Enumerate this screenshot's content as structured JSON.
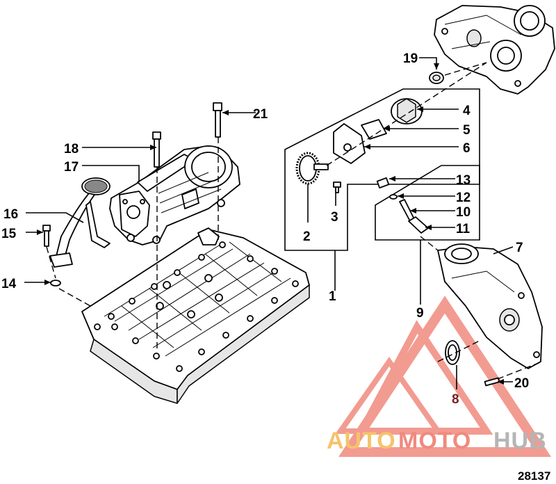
{
  "diagram": {
    "figure_number": "28137",
    "watermark": {
      "auto": "AUTO",
      "moto": "MOTO",
      "hub": "HUB",
      "colors": {
        "auto": "#f6c36b",
        "moto": "#f08a7e",
        "hub": "#b5b5b5",
        "triangle": "#f08a7e"
      }
    },
    "callouts": [
      {
        "id": "c1",
        "label": "1"
      },
      {
        "id": "c2",
        "label": "2"
      },
      {
        "id": "c3",
        "label": "3"
      },
      {
        "id": "c4",
        "label": "4"
      },
      {
        "id": "c5",
        "label": "5"
      },
      {
        "id": "c6",
        "label": "6"
      },
      {
        "id": "c7",
        "label": "7"
      },
      {
        "id": "c8",
        "label": "8"
      },
      {
        "id": "c9",
        "label": "9"
      },
      {
        "id": "c10",
        "label": "10"
      },
      {
        "id": "c11",
        "label": "11"
      },
      {
        "id": "c12",
        "label": "12"
      },
      {
        "id": "c13",
        "label": "13"
      },
      {
        "id": "c14",
        "label": "14"
      },
      {
        "id": "c15",
        "label": "15"
      },
      {
        "id": "c16",
        "label": "16"
      },
      {
        "id": "c17",
        "label": "17"
      },
      {
        "id": "c18",
        "label": "18"
      },
      {
        "id": "c19",
        "label": "19"
      },
      {
        "id": "c20",
        "label": "20"
      },
      {
        "id": "c21",
        "label": "21"
      }
    ]
  }
}
